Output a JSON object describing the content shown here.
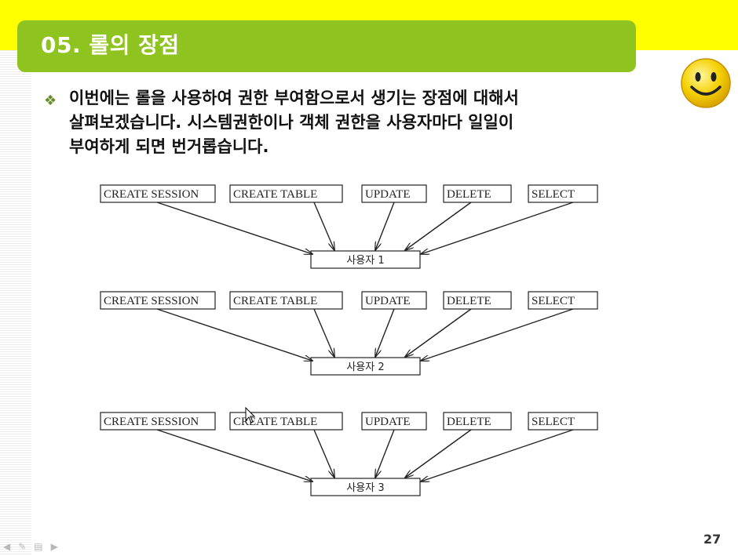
{
  "slide": {
    "title": "05. 롤의 장점",
    "bullet_symbol": "❖",
    "body_lines": [
      "이번에는 롤을 사용하여 권한 부여함으로서 생기는 장점에 대해서",
      "살펴보겠습니다. 시스템권한이나 객체 권한을 사용자마다 일일이",
      "부여하게 되면 번거롭습니다."
    ],
    "page_number": "27"
  },
  "diagram": {
    "groups": [
      {
        "privileges": [
          "CREATE SESSION",
          "CREATE TABLE",
          "UPDATE",
          "DELETE",
          "SELECT"
        ],
        "user": "사용자 1"
      },
      {
        "privileges": [
          "CREATE SESSION",
          "CREATE TABLE",
          "UPDATE",
          "DELETE",
          "SELECT"
        ],
        "user": "사용자 2"
      },
      {
        "privileges": [
          "CREATE SESSION",
          "CREATE TABLE",
          "UPDATE",
          "DELETE",
          "SELECT"
        ],
        "user": "사용자 3"
      }
    ]
  },
  "colors": {
    "band": "#ffff00",
    "title_bar": "#8fc31f",
    "smiley": "#f5d000"
  },
  "icons": {
    "decoration": "smiley-face-icon",
    "cursor": "mouse-pointer-icon",
    "navigation": [
      "previous-icon",
      "pen-icon",
      "menu-icon",
      "next-icon"
    ]
  }
}
